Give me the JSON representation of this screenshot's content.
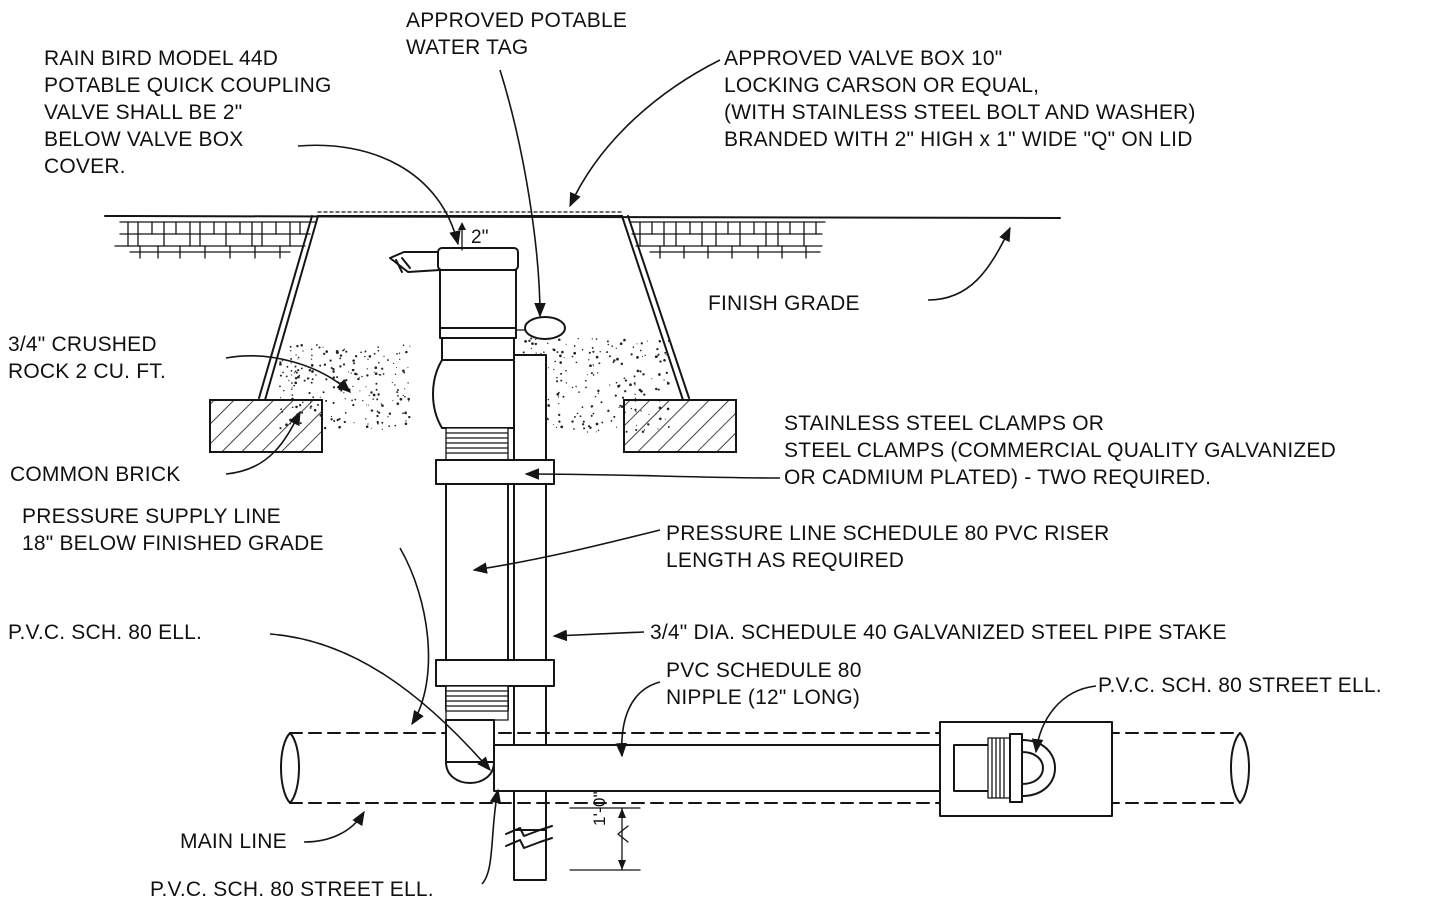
{
  "labels": {
    "approved_tag": [
      "APPROVED POTABLE",
      "WATER TAG"
    ],
    "quick_coupling": [
      "RAIN BIRD MODEL 44D",
      "POTABLE QUICK COUPLING",
      "VALVE SHALL BE 2\"",
      "BELOW VALVE BOX",
      "COVER."
    ],
    "valve_box": [
      "APPROVED VALVE BOX 10\"",
      "LOCKING CARSON OR EQUAL,",
      "(WITH STAINLESS STEEL BOLT AND WASHER)",
      "BRANDED WITH 2\" HIGH x 1\" WIDE \"Q\" ON LID"
    ],
    "dim_2in": "2\"",
    "finish_grade": "FINISH GRADE",
    "crushed_rock": [
      "3/4\" CRUSHED",
      "ROCK 2 CU. FT."
    ],
    "common_brick": "COMMON BRICK",
    "clamps": [
      "STAINLESS STEEL CLAMPS OR",
      "STEEL CLAMPS (COMMERCIAL QUALITY GALVANIZED",
      "OR CADMIUM PLATED) - TWO REQUIRED."
    ],
    "supply_line": [
      "PRESSURE SUPPLY LINE",
      "18\" BELOW FINISHED GRADE"
    ],
    "riser": [
      "PRESSURE LINE SCHEDULE 80 PVC RISER",
      "LENGTH AS REQUIRED"
    ],
    "ell": "P.V.C. SCH. 80 ELL.",
    "pipe_stake": "3/4\" DIA. SCHEDULE 40 GALVANIZED STEEL PIPE STAKE",
    "nipple": [
      "PVC SCHEDULE 80",
      "NIPPLE (12\" LONG)"
    ],
    "street_ell_right": "P.V.C. SCH. 80 STREET ELL.",
    "main_line": "MAIN LINE",
    "street_ell_bottom": "P.V.C. SCH. 80 STREET ELL.",
    "dim_1ft": "1'-0\""
  }
}
